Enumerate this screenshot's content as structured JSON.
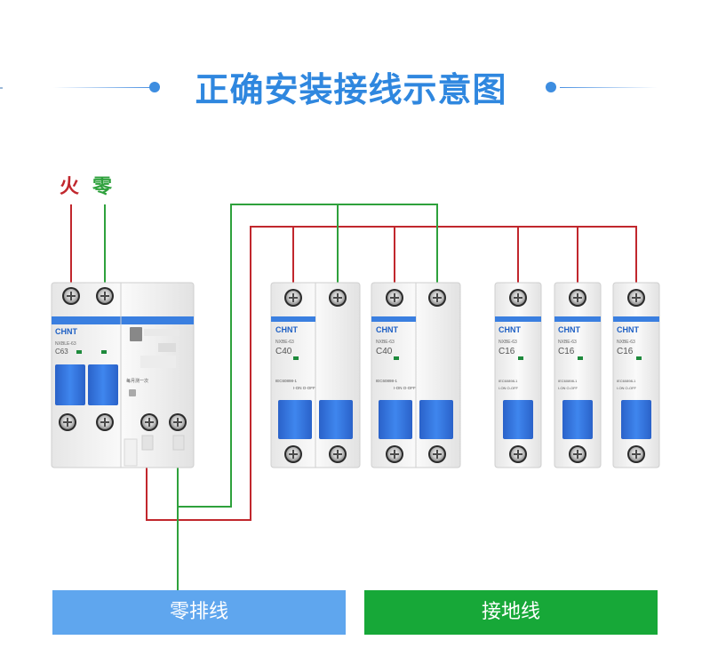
{
  "header": {
    "title": "正确安装接线示意图"
  },
  "wire_labels": {
    "live": "火",
    "neutral": "零"
  },
  "bars": {
    "neutral_bar": "零排线",
    "ground_bar": "接地线"
  },
  "breakers": {
    "brand": "CHNT",
    "rcbo": {
      "model": "NXBLE-63",
      "rating": "C63",
      "test_note": "每月测一次"
    },
    "double_pole": [
      {
        "model": "NXBE-63",
        "rating": "C40",
        "standard": "IEC60898-1",
        "on_off": "I-ON O-OFF"
      },
      {
        "model": "NXBE-63",
        "rating": "C40",
        "standard": "IEC60898-1",
        "on_off": "I-ON O-OFF"
      }
    ],
    "single_pole": [
      {
        "model": "NXBE-63",
        "rating": "C16",
        "standard": "IEC60898-1",
        "on_off": "I-ON O-OFF"
      },
      {
        "model": "NXBE-63",
        "rating": "C16",
        "standard": "IEC60898-1",
        "on_off": "I-ON O-OFF"
      },
      {
        "model": "NXBE-63",
        "rating": "C16",
        "standard": "IEC60898-1",
        "on_off": "I-ON O-OFF"
      }
    ]
  },
  "colors": {
    "title": "#2f87df",
    "live": "#c1272d",
    "neutral": "#2ea13c",
    "neutral_bar": "#5fa6ee",
    "ground_bar": "#17a838",
    "toggle": "#2f6fd8"
  }
}
